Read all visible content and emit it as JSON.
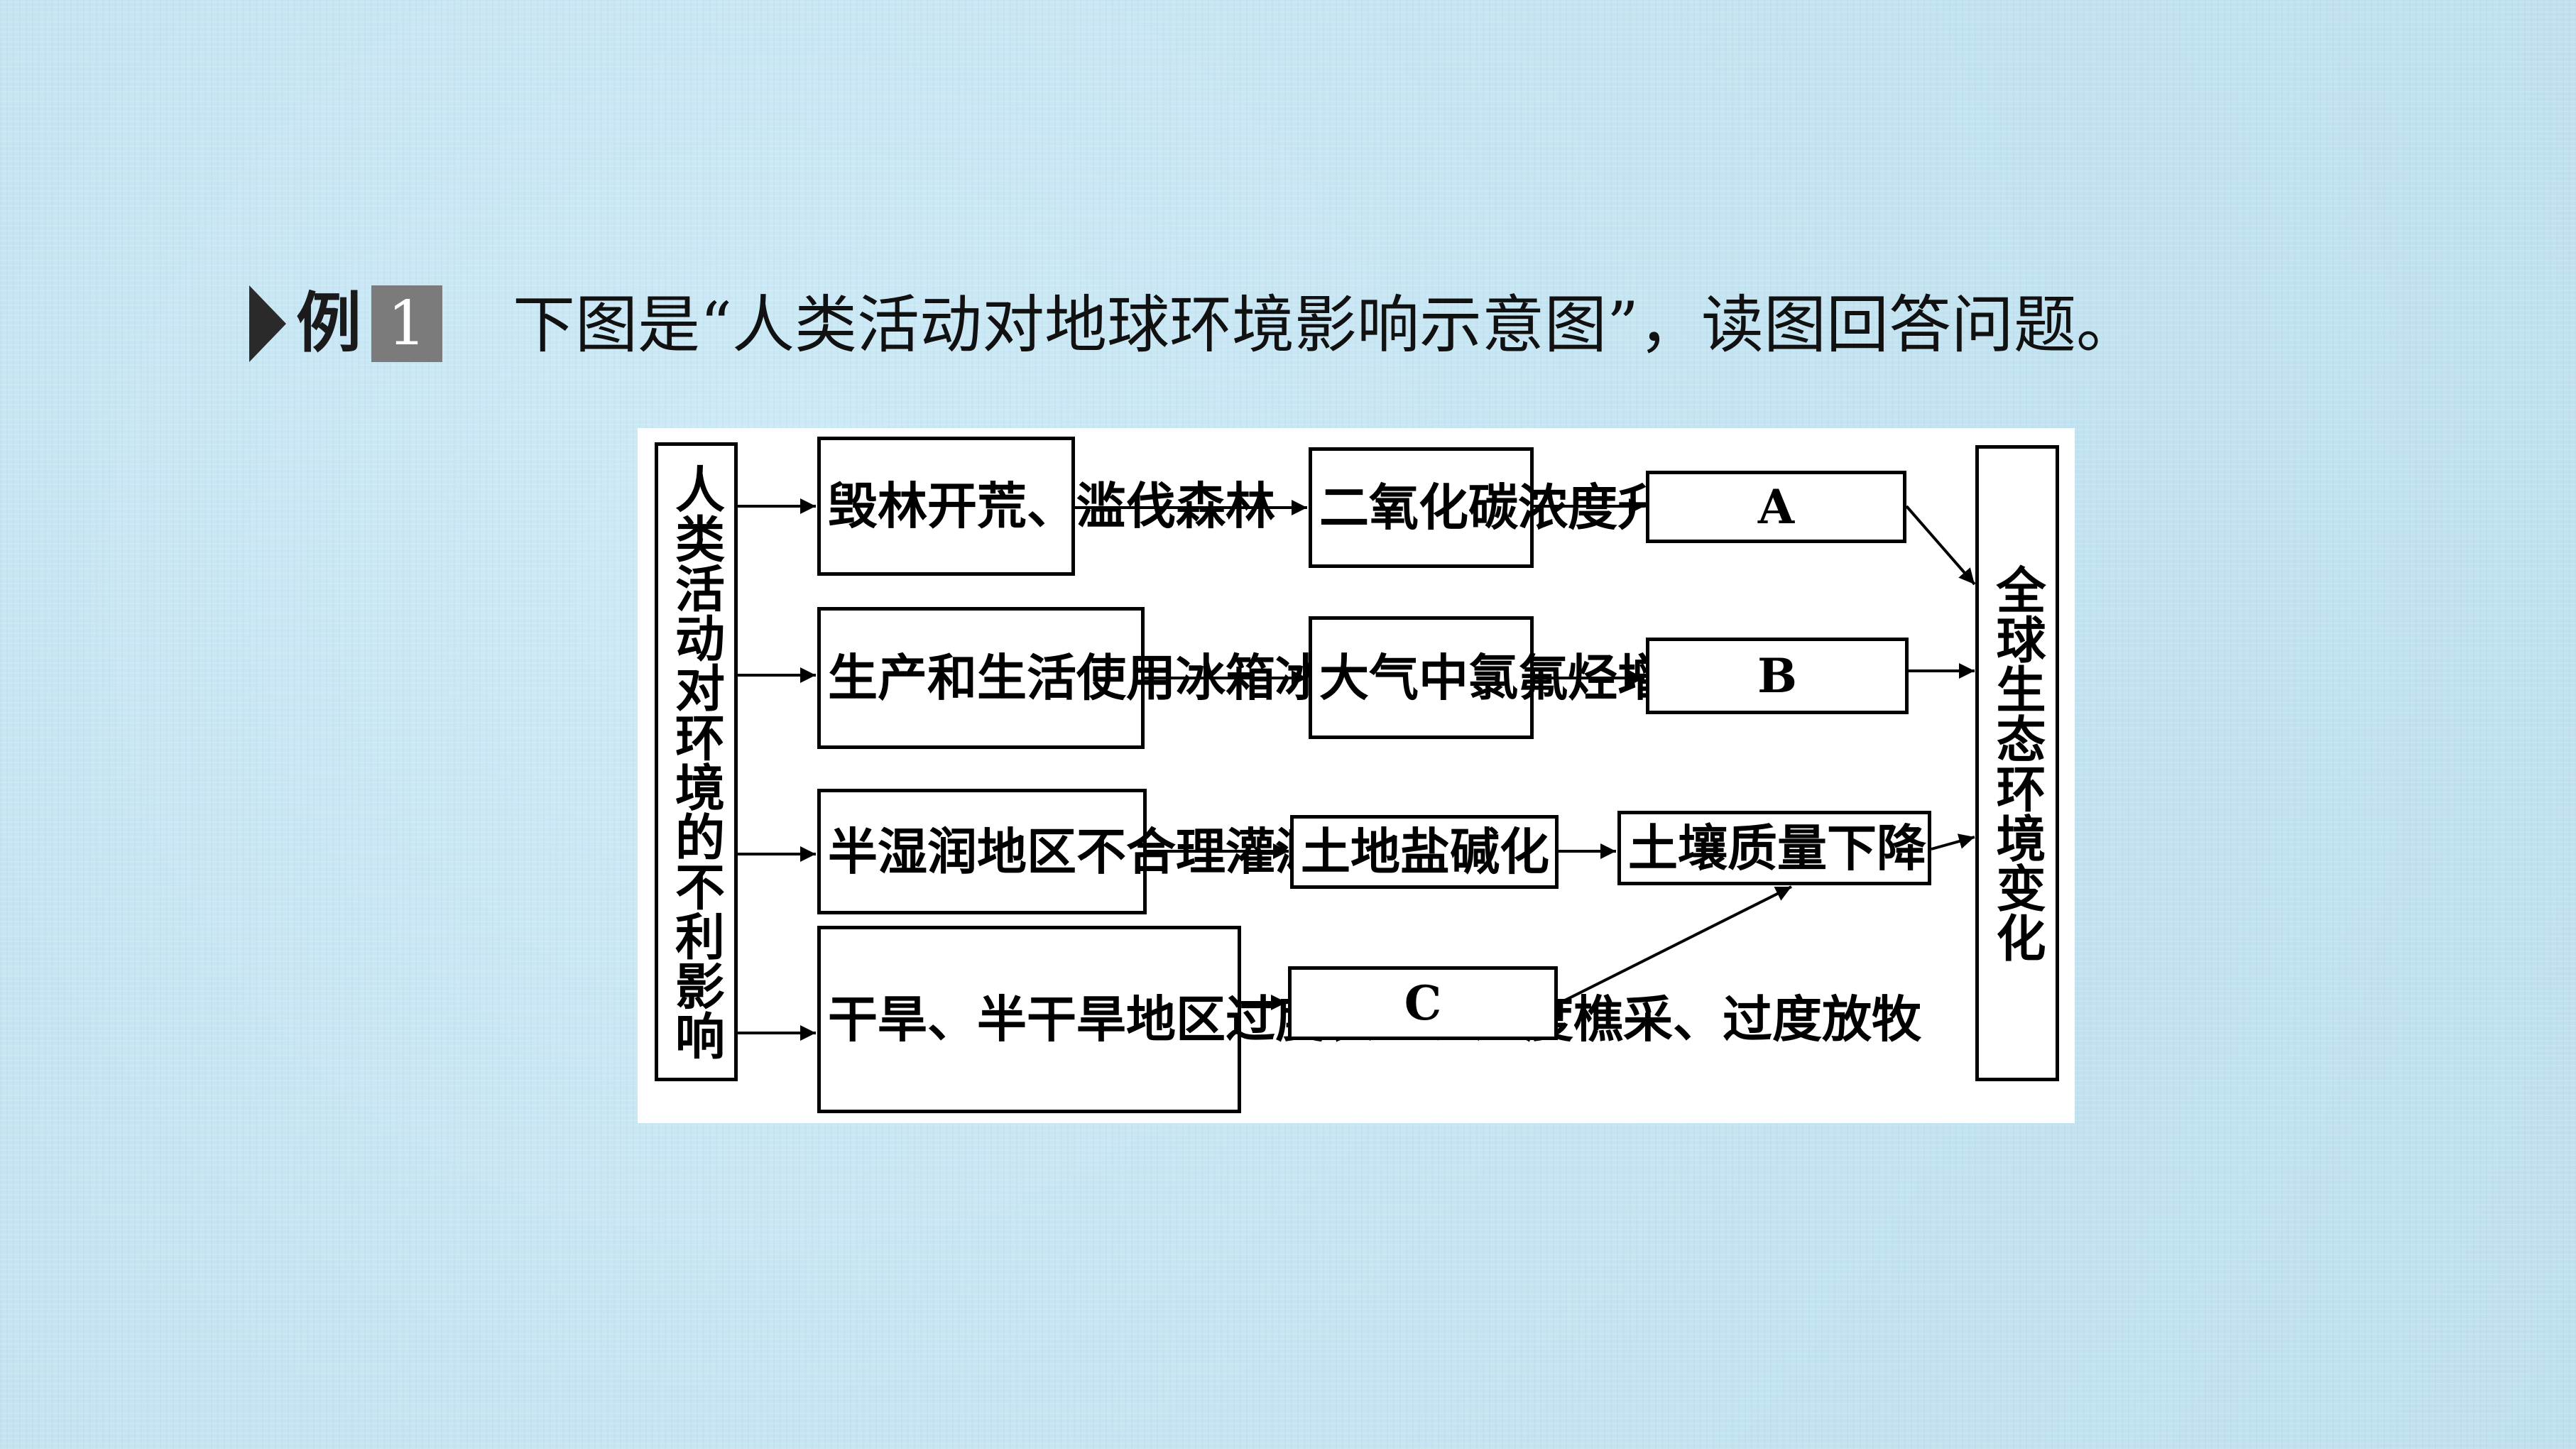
{
  "example": {
    "word": "例",
    "number": "1"
  },
  "question": "下图是“人类活动对地球环境影响示意图”，读图回答问题。",
  "diagram": {
    "source": "人类活动对环境的不利影响",
    "causes": [
      "毁林开荒、滥伐森林",
      "生产和生活使用冰箱冰柜",
      "半湿润地区不合理灌溉",
      "干旱、半干旱地区过度农垦、过度樵采、过度放牧"
    ],
    "effects": [
      "二氧化碳浓度升高",
      "大气中氯氟烃增加",
      "土地盐碱化"
    ],
    "blank_a": "A",
    "blank_b": "B",
    "blank_c": "C",
    "soil": "土壤质量下降",
    "result": "全球生态环境变化"
  }
}
